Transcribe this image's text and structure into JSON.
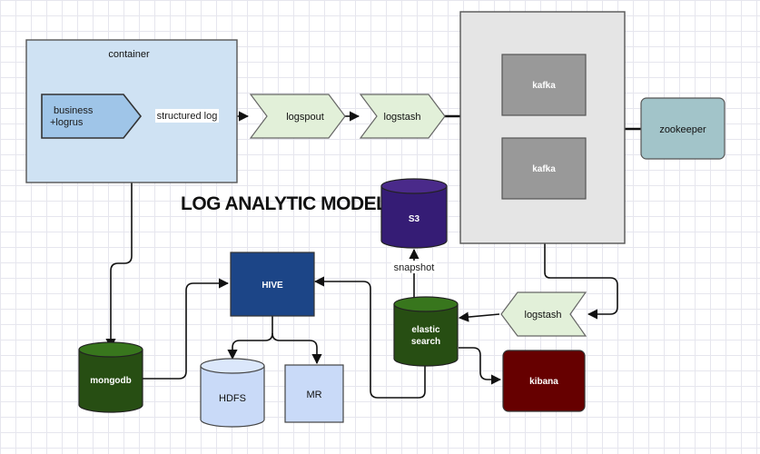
{
  "title": "LOG ANALYTIC MODEL",
  "nodes": {
    "container": "container",
    "business": [
      "business",
      "+logrus"
    ],
    "logspout": "logspout",
    "logstash_top": "logstash",
    "kafka_1": "kafka",
    "kafka_2": "kafka",
    "zookeeper": "zookeeper",
    "s3": "S3",
    "logstash_bottom": "logstash",
    "elasticsearch": [
      "elastic",
      "search"
    ],
    "kibana": "kibana",
    "hive": "HIVE",
    "hdfs": "HDFS",
    "mr": "MR",
    "mongodb": "mongodb"
  },
  "edge_labels": {
    "structured_log": "structured log",
    "snapshot": "snapshot"
  },
  "colors": {
    "container_fill": "#cfe2f3",
    "business_fill": "#9fc5e8",
    "chevron_fill": "#e2f0d9",
    "kafka_group_fill": "#e5e5e5",
    "kafka_fill": "#999999",
    "zookeeper_fill": "#a2c4c9",
    "s3_fill": "#351c75",
    "elastic_fill": "#274e13",
    "mongodb_fill": "#274e13",
    "kibana_fill": "#660000",
    "hive_fill": "#1c4587",
    "hdfs_fill": "#c9daf8",
    "mr_fill": "#c9daf8"
  }
}
